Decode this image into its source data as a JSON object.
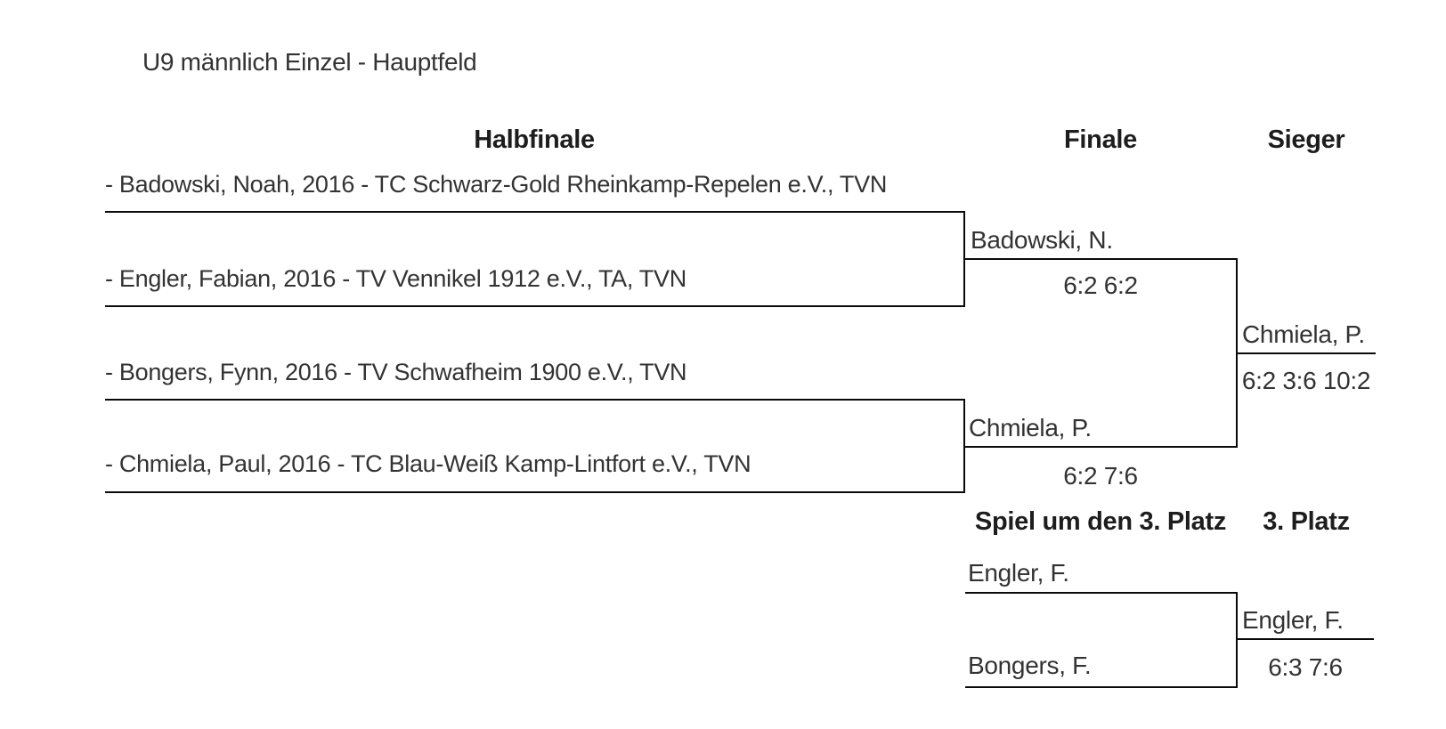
{
  "title": "U9 männlich Einzel - Hauptfeld",
  "colors": {
    "background": "#ffffff",
    "text": "#333333",
    "heading": "#1d1d1d",
    "line": "#0a0a0a"
  },
  "columns": {
    "semifinal": "Halbfinale",
    "final": "Finale",
    "winner": "Sieger"
  },
  "semifinals": {
    "players": [
      "- Badowski, Noah, 2016 - TC Schwarz-Gold Rheinkamp-Repelen e.V., TVN",
      "- Engler, Fabian, 2016 - TV Vennikel 1912 e.V., TA, TVN",
      "- Bongers, Fynn, 2016 - TV Schwafheim 1900 e.V., TVN",
      "- Chmiela, Paul, 2016 - TC Blau-Weiß Kamp-Lintfort e.V., TVN"
    ]
  },
  "final": {
    "top": {
      "name": "Badowski, N.",
      "score": "6:2 6:2"
    },
    "bottom": {
      "name": "Chmiela, P.",
      "score": "6:2 7:6"
    }
  },
  "winner": {
    "name": "Chmiela, P.",
    "score": "6:2 3:6 10:2"
  },
  "third_place": {
    "heading_match": "Spiel um den 3. Platz",
    "heading_result": "3. Platz",
    "top": {
      "name": "Engler, F."
    },
    "bottom": {
      "name": "Bongers, F."
    },
    "winner": {
      "name": "Engler, F.",
      "score": "6:3 7:6"
    }
  }
}
